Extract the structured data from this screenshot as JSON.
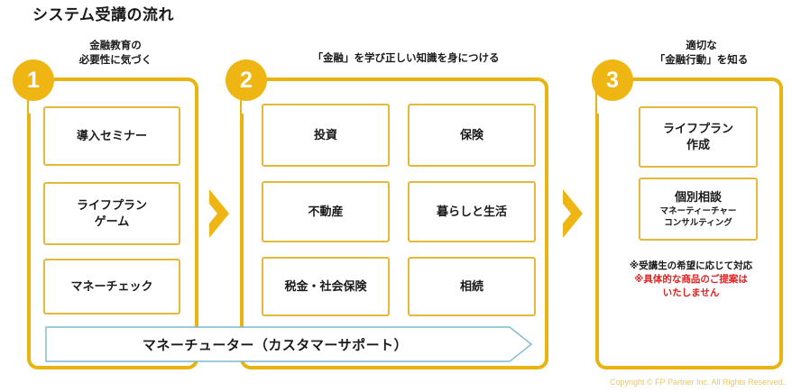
{
  "page": {
    "title": "システム受講の流れ",
    "copyright": "Copyright © FP Partner Inc. All Rights Reserved.",
    "accent_gold": "#EFB613",
    "box_border_gold": "#E3B93C",
    "note_red": "#E02020",
    "banner_border_blue": "#7FB7CE"
  },
  "stages": [
    {
      "number": "1",
      "caption": "金融教育の\n必要性に気づく",
      "items": [
        {
          "label": "導入セミナー"
        },
        {
          "label": "ライフプラン\nゲーム"
        },
        {
          "label": "マネーチェック"
        }
      ]
    },
    {
      "number": "2",
      "caption": "「金融」を学び正しい知識を身につける",
      "items": [
        {
          "label": "投資"
        },
        {
          "label": "保険"
        },
        {
          "label": "不動産"
        },
        {
          "label": "暮らしと生活"
        },
        {
          "label": "税金・社会保険"
        },
        {
          "label": "相続"
        }
      ]
    },
    {
      "number": "3",
      "caption": "適切な\n「金融行動」を知る",
      "items": [
        {
          "label": "ライフプラン\n作成",
          "sub": ""
        },
        {
          "label": "個別相談",
          "sub": "マネーティーチャー\nコンサルティング"
        }
      ],
      "notes": {
        "line1": "※受講生の希望に応じて対応",
        "line2": "※具体的な商品のご提案は\n   いたしません"
      }
    }
  ],
  "banner": {
    "label": "マネーチューター（カスタマーサポート）"
  },
  "icons": {
    "chevron_1": "chevron-right-icon",
    "chevron_2": "chevron-right-icon"
  }
}
